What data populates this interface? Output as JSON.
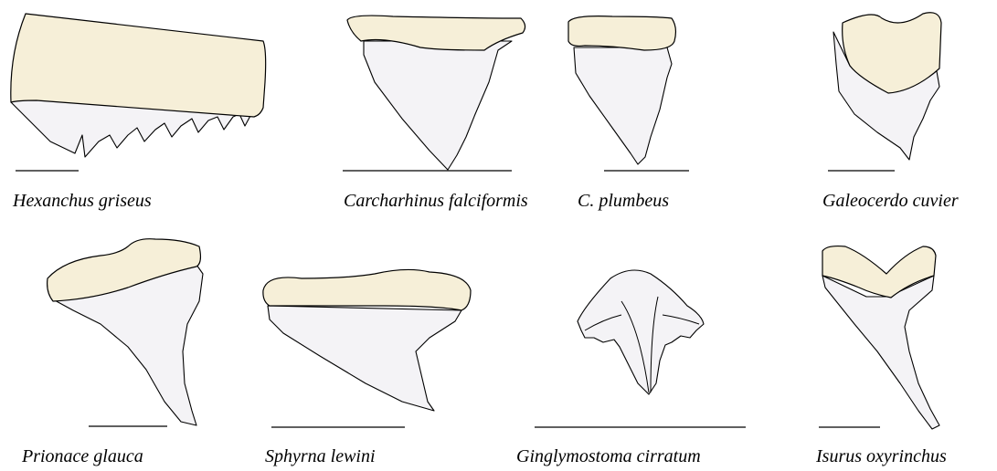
{
  "colors": {
    "root": "#f6efd8",
    "crown": "#f4f3f6",
    "outline": "#000000"
  },
  "specimens": [
    {
      "name": "Hexanchus griseus"
    },
    {
      "name": "Carcharhinus falciformis"
    },
    {
      "name": "C. plumbeus"
    },
    {
      "name": "Galeocerdo cuvier"
    },
    {
      "name": "Prionace glauca"
    },
    {
      "name": "Sphyrna lewini"
    },
    {
      "name": "Ginglymostoma cirratum"
    },
    {
      "name": "Isurus oxyrinchus"
    }
  ]
}
